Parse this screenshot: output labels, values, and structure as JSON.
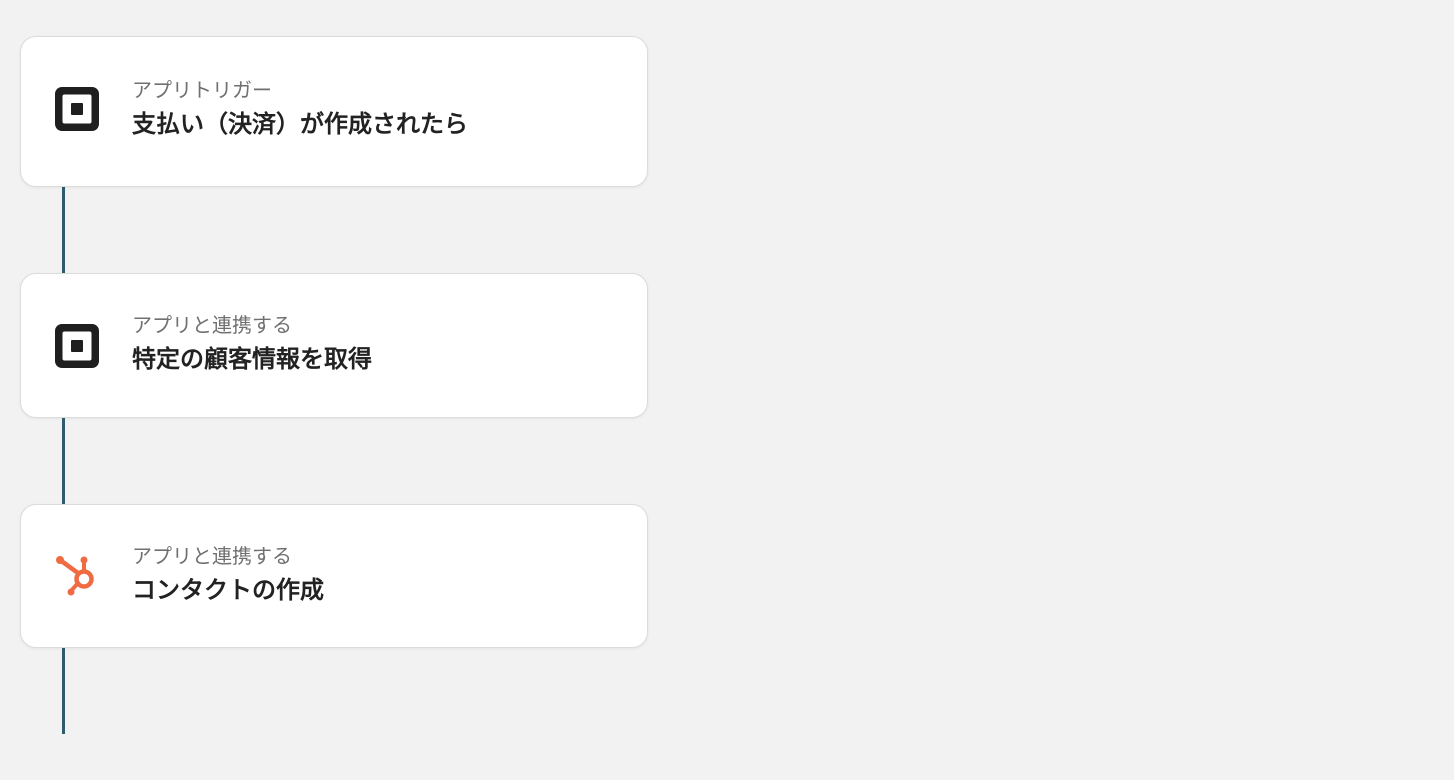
{
  "flow": {
    "steps": [
      {
        "subtitle": "アプリトリガー",
        "title": "支払い（決済）が作成されたら",
        "icon": "square-logo-icon"
      },
      {
        "subtitle": "アプリと連携する",
        "title": "特定の顧客情報を取得",
        "icon": "square-logo-icon"
      },
      {
        "subtitle": "アプリと連携する",
        "title": "コンタクトの作成",
        "icon": "hubspot-logo-icon"
      }
    ]
  },
  "colors": {
    "background": "#f2f2f2",
    "connector": "#2f5d6e",
    "square_logo": "#1f1f1f",
    "hubspot_logo": "#ef6c43"
  }
}
